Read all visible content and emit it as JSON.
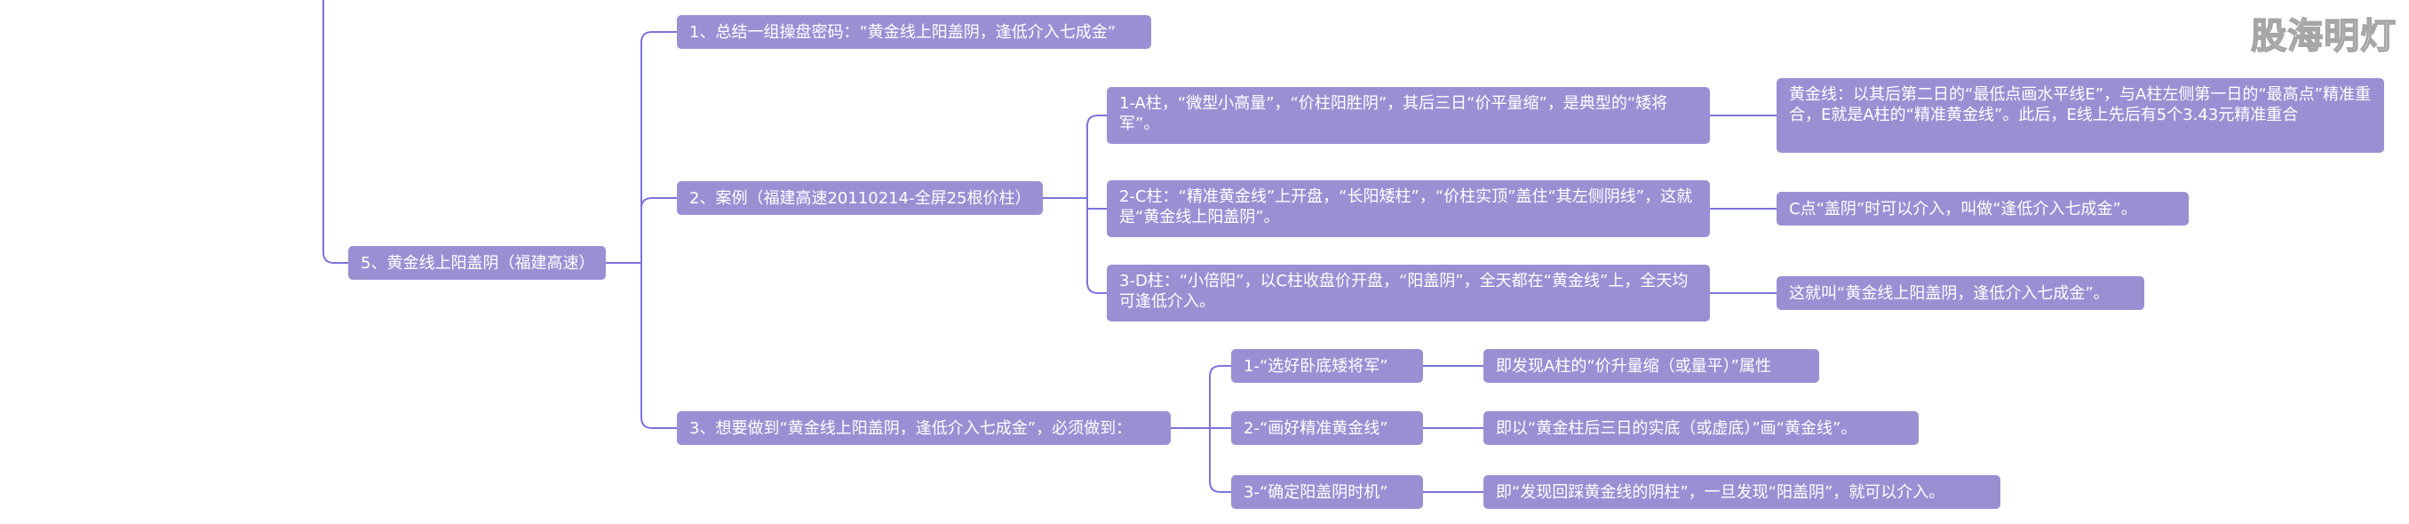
{
  "watermark": "股海明灯",
  "colors": {
    "node": "#9b8fd4",
    "line": "#7b74dc"
  },
  "mindmap": {
    "root": "5、黄金线上阳盖阴（福建高速）",
    "branch1": "1、总结一组操盘密码：“黄金线上阳盖阴，逢低介入七成金”",
    "branch2": {
      "label": "2、案例（福建高速20110214-全屏25根价柱）",
      "items": [
        {
          "label": "1-A柱，“微型小高量”，“价柱阳胜阴”，其后三日“价平量缩”，是典型的“矮将军”。",
          "note": "黄金线：以其后第二日的“最低点画水平线E”，与A柱左侧第一日的“最高点”精准重合，E就是A柱的“精准黄金线”。此后，E线上先后有5个3.43元精准重合"
        },
        {
          "label": "2-C柱：“精准黄金线”上开盘，“长阳矮柱”，“价柱实顶”盖住“其左侧阴线”，这就是“黄金线上阳盖阴”。",
          "note": "C点“盖阴”时可以介入，叫做“逢低介入七成金”。"
        },
        {
          "label": "3-D柱：“小倍阳”，以C柱收盘价开盘，“阳盖阴”，全天都在“黄金线”上，全天均可逢低介入。",
          "note": "这就叫“黄金线上阳盖阴，逢低介入七成金”。"
        }
      ]
    },
    "branch3": {
      "label": "3、想要做到“黄金线上阳盖阴，逢低介入七成金”，必须做到：",
      "items": [
        {
          "label": "1-“选好卧底矮将军”",
          "note": "即发现A柱的“价升量缩（或量平）”属性"
        },
        {
          "label": "2-“画好精准黄金线”",
          "note": "即以“黄金柱后三日的实底（或虚底）”画“黄金线”。"
        },
        {
          "label": "3-“确定阳盖阴时机”",
          "note": "即“发现回踩黄金线的阴柱”，一旦发现“阳盖阴”，就可以介入。"
        }
      ]
    }
  }
}
